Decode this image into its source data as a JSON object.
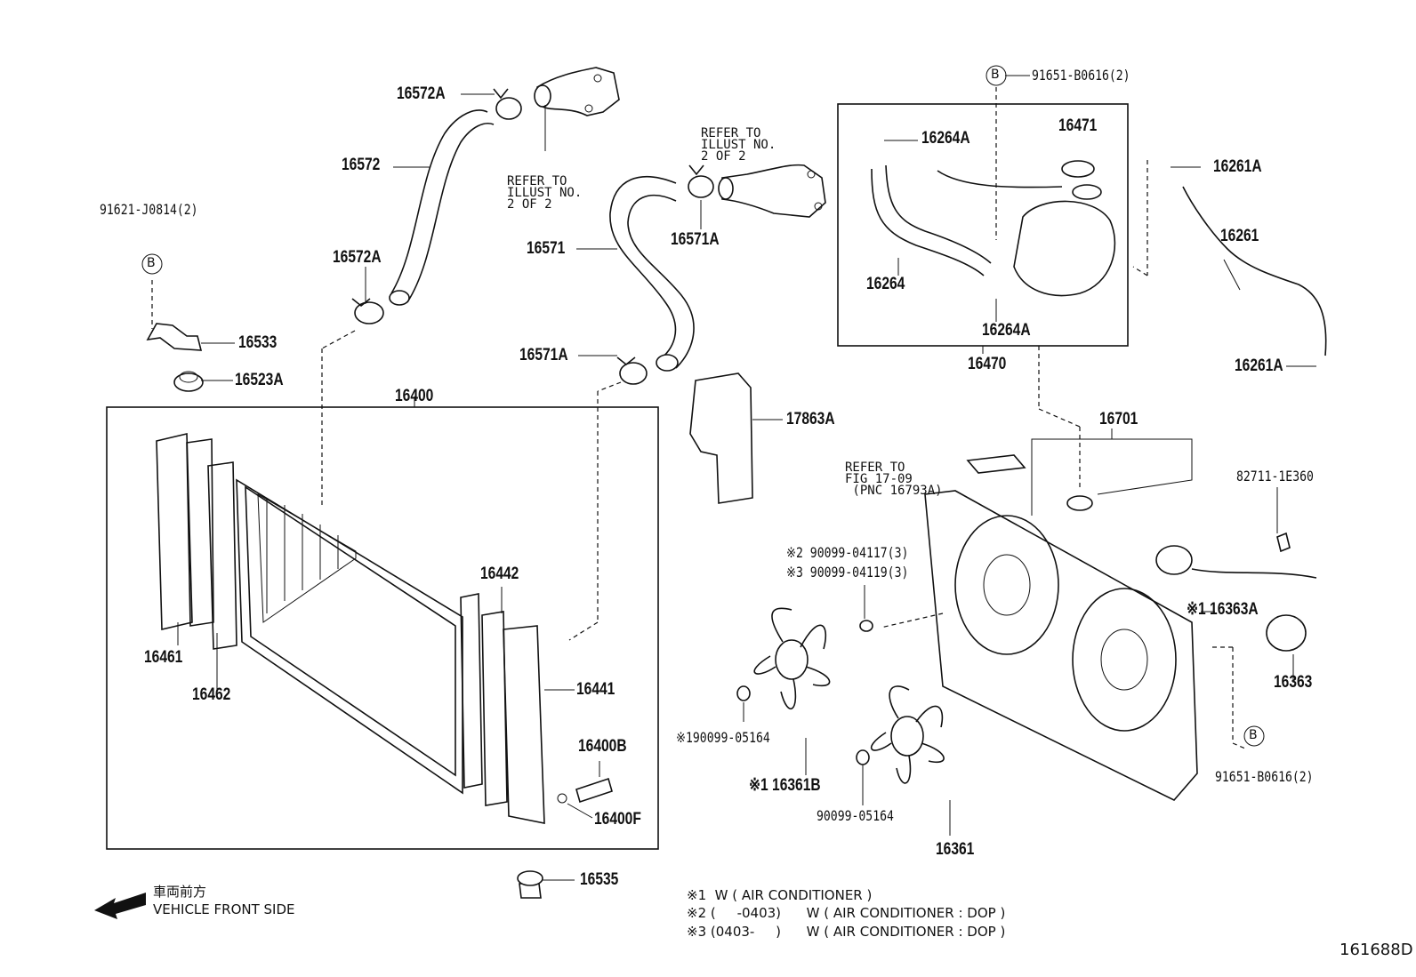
{
  "parts": [
    {
      "id": "p16572A_top",
      "text": "16572A"
    },
    {
      "id": "p16572",
      "text": "16572"
    },
    {
      "id": "p91621",
      "text": "91621-J0814(2)"
    },
    {
      "id": "p16572A_mid",
      "text": "16572A"
    },
    {
      "id": "p16533",
      "text": "16533"
    },
    {
      "id": "p16523A",
      "text": "16523A"
    },
    {
      "id": "p16400",
      "text": "16400"
    },
    {
      "id": "p16571",
      "text": "16571"
    },
    {
      "id": "p16571A_top",
      "text": "16571A"
    },
    {
      "id": "p16571A_bot",
      "text": "16571A"
    },
    {
      "id": "p17863A",
      "text": "17863A"
    },
    {
      "id": "p91651_top",
      "text": "91651-B0616(2)"
    },
    {
      "id": "p16264A_top",
      "text": "16264A"
    },
    {
      "id": "p16471",
      "text": "16471"
    },
    {
      "id": "p16264",
      "text": "16264"
    },
    {
      "id": "p16264A_bot",
      "text": "16264A"
    },
    {
      "id": "p16470",
      "text": "16470"
    },
    {
      "id": "p16261A_top",
      "text": "16261A"
    },
    {
      "id": "p16261",
      "text": "16261"
    },
    {
      "id": "p16261A_bot",
      "text": "16261A"
    },
    {
      "id": "p16701",
      "text": "16701"
    },
    {
      "id": "p82711",
      "text": "82711-1E360"
    },
    {
      "id": "p90099_04117",
      "text": "※2 90099-04117(3)"
    },
    {
      "id": "p90099_04119",
      "text": "※3 90099-04119(3)"
    },
    {
      "id": "p16363A",
      "text": "※1 16363A"
    },
    {
      "id": "p16363",
      "text": "16363"
    },
    {
      "id": "p90099_05164_l",
      "text": "※190099-05164"
    },
    {
      "id": "p16361B",
      "text": "※1 16361B"
    },
    {
      "id": "p90099_05164_r",
      "text": "90099-05164"
    },
    {
      "id": "p16361",
      "text": "16361"
    },
    {
      "id": "p91651_bot",
      "text": "91651-B0616(2)"
    },
    {
      "id": "p16442",
      "text": "16442"
    },
    {
      "id": "p16441",
      "text": "16441"
    },
    {
      "id": "p16400B",
      "text": "16400B"
    },
    {
      "id": "p16400F",
      "text": "16400F"
    },
    {
      "id": "p16461",
      "text": "16461"
    },
    {
      "id": "p16462",
      "text": "16462"
    },
    {
      "id": "p16535",
      "text": "16535"
    }
  ],
  "refs": [
    {
      "id": "ref_upper",
      "lines": [
        "REFER TO",
        "ILLUST NO.",
        "2 OF 2"
      ]
    },
    {
      "id": "ref_mid",
      "lines": [
        "REFER TO",
        "ILLUST NO.",
        "2 OF 2"
      ]
    },
    {
      "id": "ref_fig",
      "lines": [
        "REFER TO",
        "FIG 17-09",
        " (PNC 16793A)"
      ]
    }
  ],
  "circle_marks": [
    "B",
    "B",
    "B"
  ],
  "orientation": {
    "jp": "車両前方",
    "en": "VEHICLE FRONT SIDE"
  },
  "notes": [
    "※1  W ( AIR CONDITIONER )",
    "※2 (     -0403)      W ( AIR CONDITIONER : DOP )",
    "※3 (0403-     )      W ( AIR CONDITIONER : DOP )"
  ],
  "illustration_id": "161688D"
}
